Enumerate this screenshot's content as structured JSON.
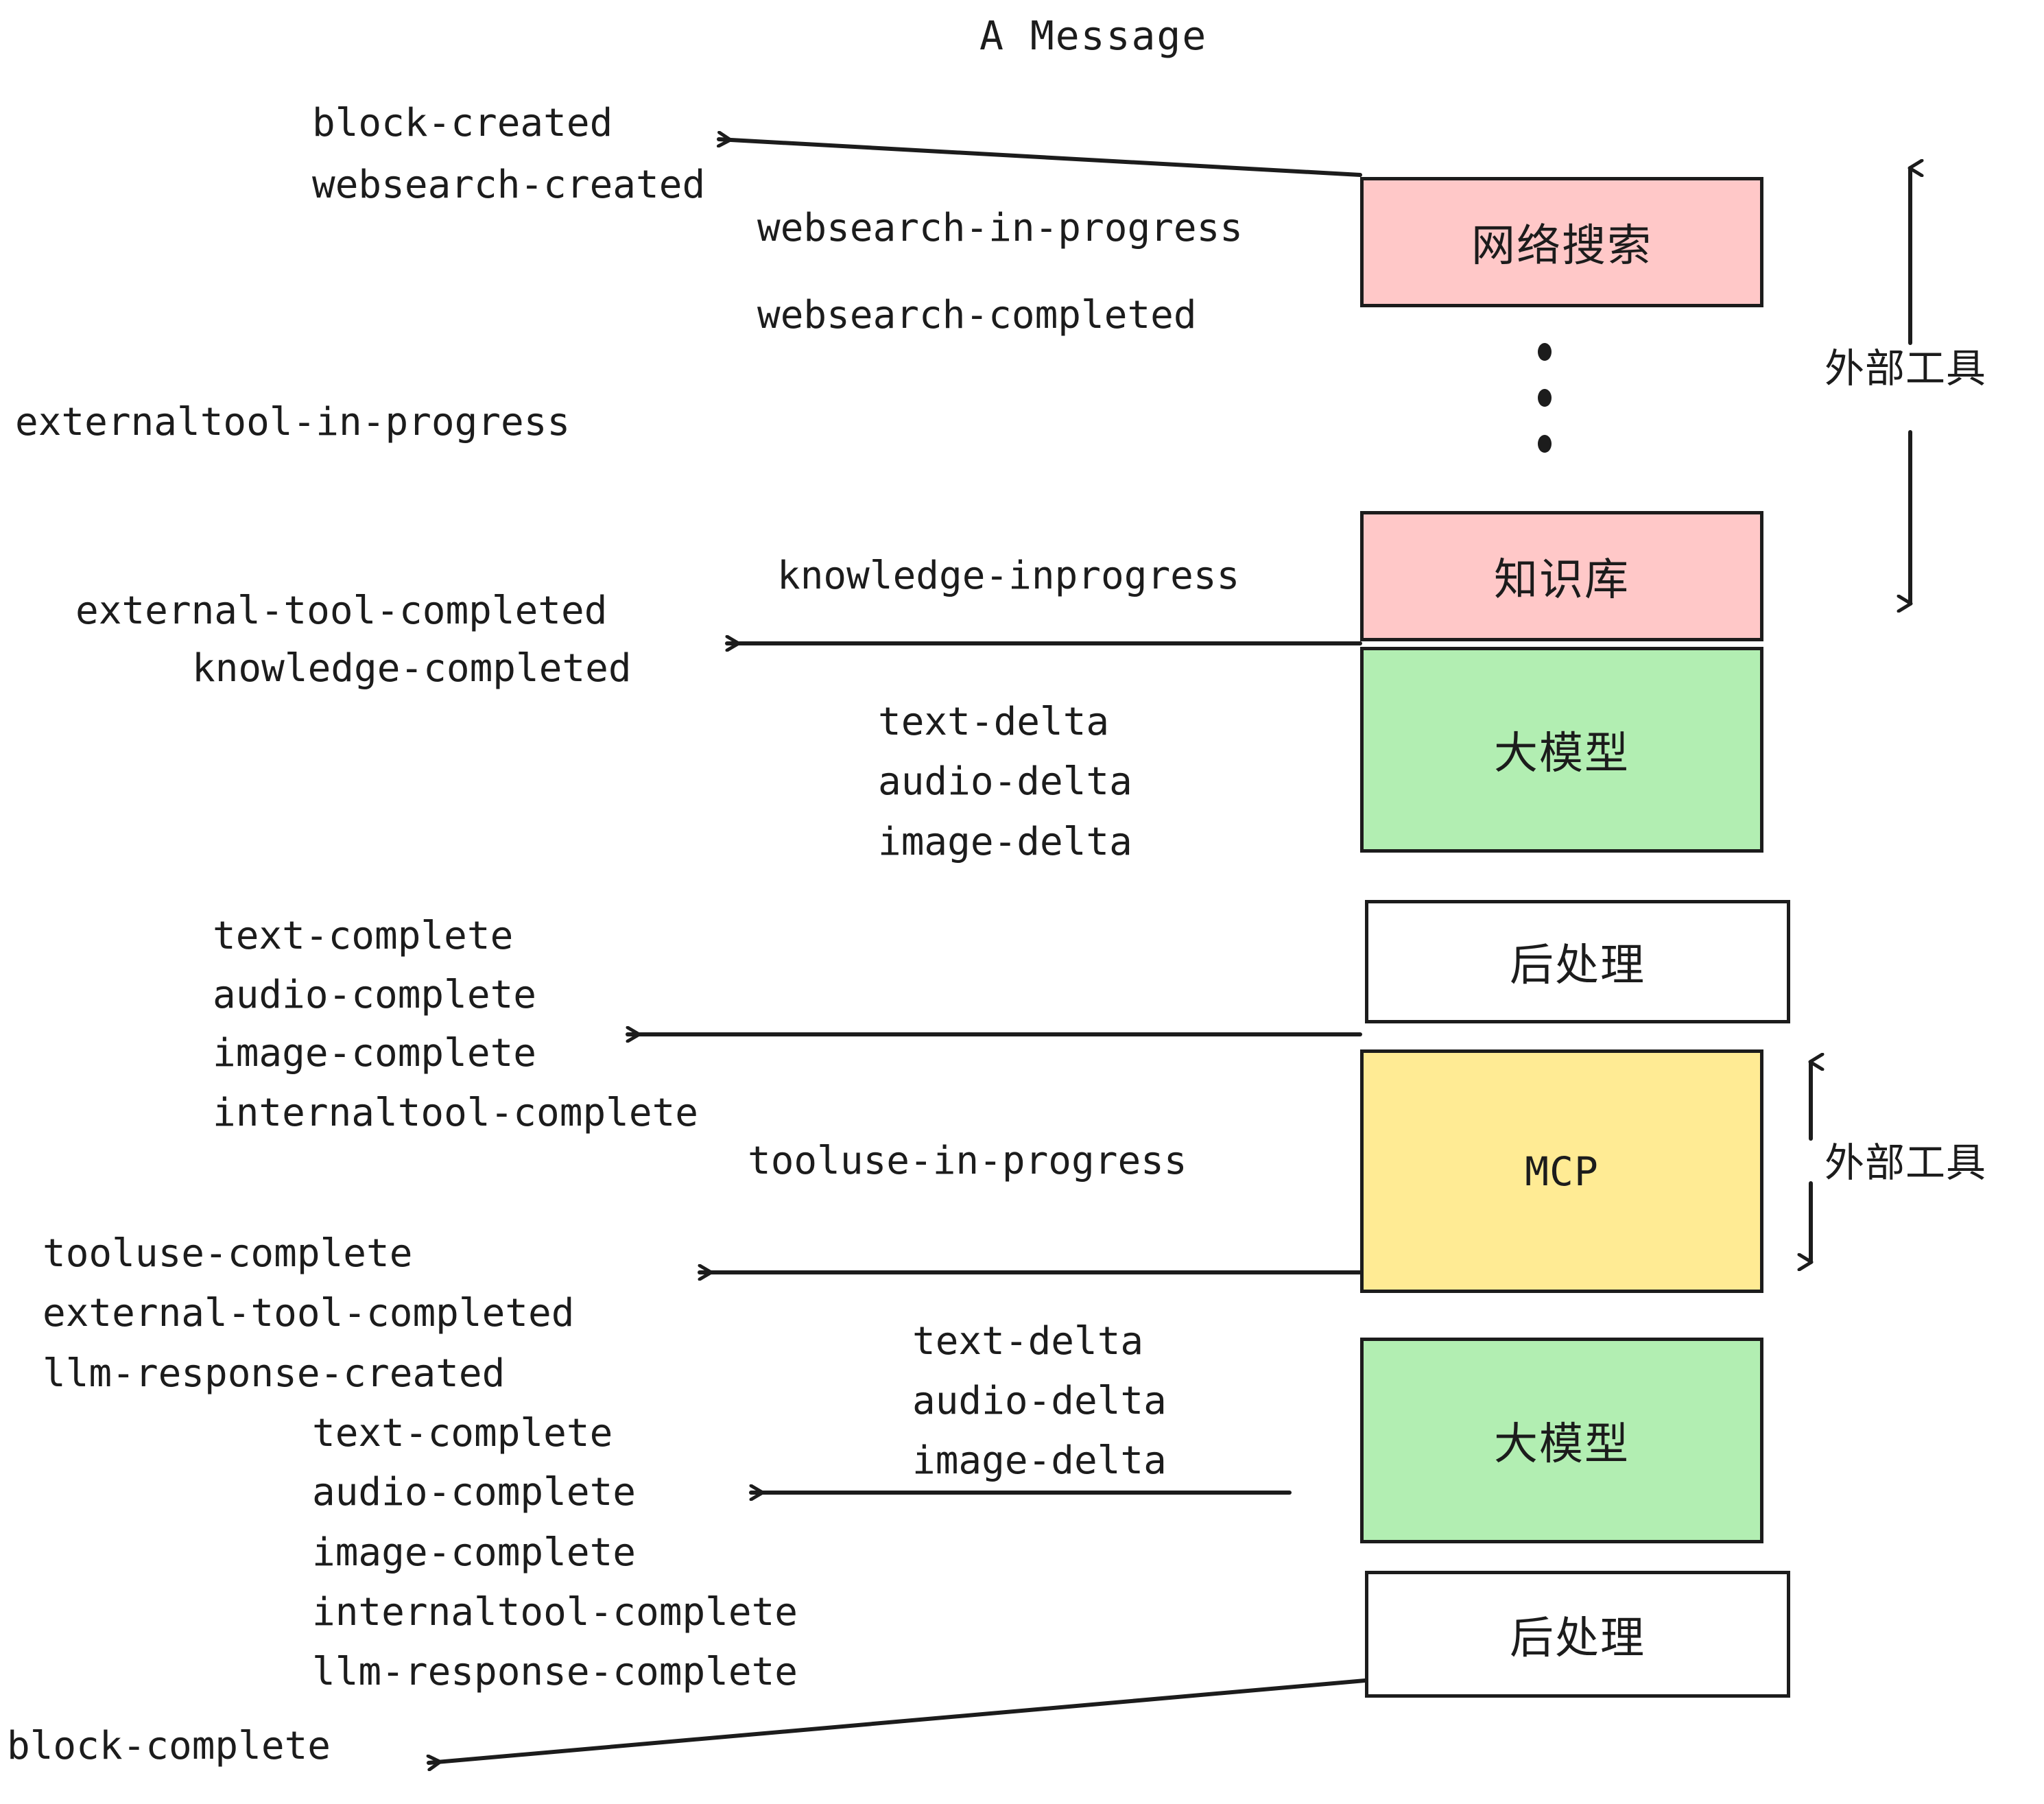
{
  "diagram": {
    "title": "A Message",
    "colors": {
      "pink": "#FFC8C8",
      "green": "#B2EEB2",
      "yellow": "#FFEB94",
      "white": "#FFFFFF",
      "stroke": "#1C1C1C"
    }
  },
  "nodes": {
    "websearch": "网络搜索",
    "knowledge": "知识库",
    "llm_1": "大模型",
    "postprocess_1": "后处理",
    "mcp": "MCP",
    "llm_2": "大模型",
    "postprocess_2": "后处理"
  },
  "side_labels": {
    "external_tool_top": "外部工具",
    "external_tool_bottom": "外部工具"
  },
  "events": {
    "block_created": "block-created",
    "websearch_created": "websearch-created",
    "websearch_in_progress": "websearch-in-progress",
    "websearch_completed": "websearch-completed",
    "externaltool_in_progress": "externaltool-in-progress",
    "knowledge_inprogress": "knowledge-inprogress",
    "external_tool_completed_1": "external-tool-completed",
    "knowledge_completed": "knowledge-completed",
    "text_delta_1": "text-delta",
    "audio_delta_1": "audio-delta",
    "image_delta_1": "image-delta",
    "text_complete_1": "text-complete",
    "audio_complete_1": "audio-complete",
    "image_complete_1": "image-complete",
    "internaltool_complete_1": "internaltool-complete",
    "tooluse_in_progress": "tooluse-in-progress",
    "tooluse_complete": "tooluse-complete",
    "external_tool_completed_2": "external-tool-completed",
    "llm_response_created": "llm-response-created",
    "text_delta_2": "text-delta",
    "audio_delta_2": "audio-delta",
    "image_delta_2": "image-delta",
    "text_complete_2": "text-complete",
    "audio_complete_2": "audio-complete",
    "image_complete_2": "image-complete",
    "internaltool_complete_2": "internaltool-complete",
    "llm_response_complete": "llm-response-complete",
    "block_complete": "block-complete"
  }
}
